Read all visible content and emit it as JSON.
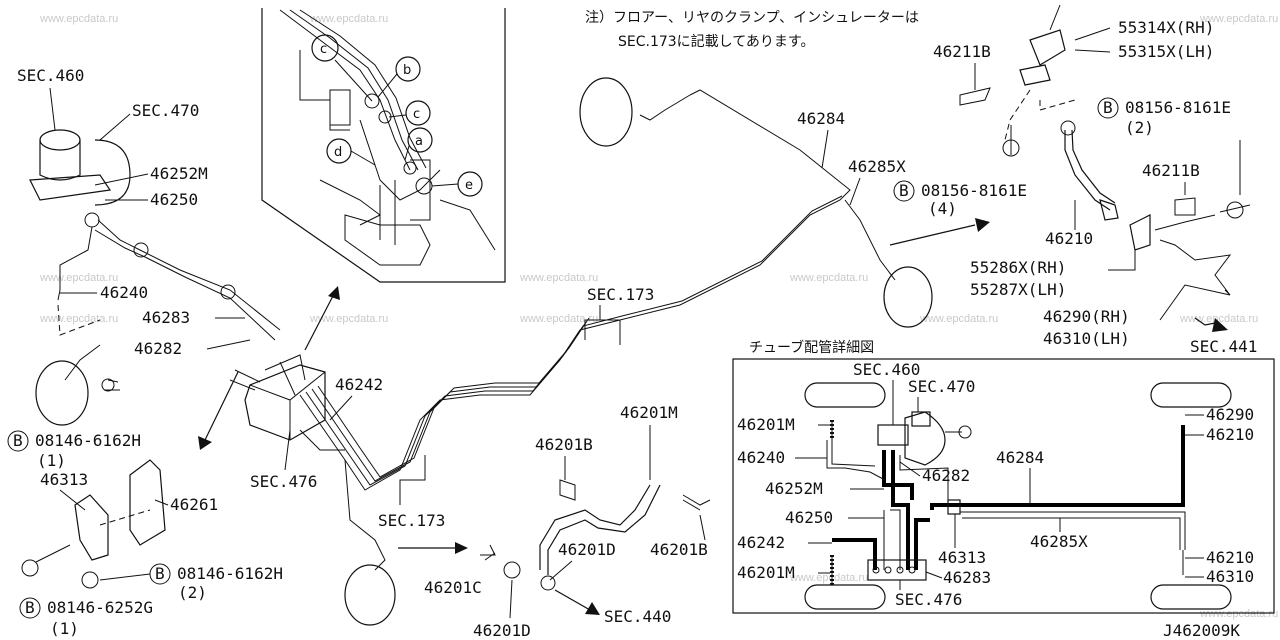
{
  "watermark": "www.epcdata.ru",
  "note": {
    "line1": "注）フロアー、リヤのクランプ、インシュレーターは",
    "line2": "SEC.173に記載してあります。"
  },
  "detail_title": "チューブ配管詳細図",
  "diagram_id": "J462009K",
  "callouts": [
    "a",
    "b",
    "c",
    "d",
    "e"
  ],
  "bolt_marker": "B",
  "main_labels": {
    "sec460": "SEC.460",
    "sec470": "SEC.470",
    "p46252M": "46252M",
    "p46250": "46250",
    "p46240": "46240",
    "p46283": "46283",
    "p46282": "46282",
    "bolt1_code": "08146-6162H",
    "bolt1_qty": "(1)",
    "p46313": "46313",
    "p46261": "46261",
    "bolt2_code": "08146-6162H",
    "bolt2_qty": "(2)",
    "bolt3_code": "08146-6252G",
    "bolt3_qty": "(1)",
    "p46242": "46242",
    "sec476": "SEC.476",
    "sec173_a": "SEC.173",
    "sec173_b": "SEC.173",
    "p46201M": "46201M",
    "p46201B_a": "46201B",
    "p46201B_b": "46201B",
    "p46201D_a": "46201D",
    "p46201D_b": "46201D",
    "p46201C": "46201C",
    "sec440": "SEC.440",
    "p46284": "46284",
    "p46285X": "46285X",
    "bolt4_code": "08156-8161E",
    "bolt4_qty": "(4)",
    "p46211B_a": "46211B",
    "p55314X": "55314X(RH)",
    "p55315X": "55315X(LH)",
    "bolt5_code": "08156-8161E",
    "bolt5_qty": "(2)",
    "p46211B_b": "46211B",
    "p46210": "46210",
    "p55286X": "55286X(RH)",
    "p55287X": "55287X(LH)",
    "p46290": "46290(RH)",
    "p46310": "46310(LH)",
    "sec441": "SEC.441"
  },
  "detail_labels": {
    "sec460": "SEC.460",
    "sec470": "SEC.470",
    "p46201M_a": "46201M",
    "p46240": "46240",
    "p46252M": "46252M",
    "p46250": "46250",
    "p46242": "46242",
    "p46201M_b": "46201M",
    "p46282": "46282",
    "p46284": "46284",
    "p46285X": "46285X",
    "p46313": "46313",
    "p46283": "46283",
    "sec476": "SEC.476",
    "p46290": "46290",
    "p46210_a": "46210",
    "p46210_b": "46210",
    "p46310": "46310"
  }
}
